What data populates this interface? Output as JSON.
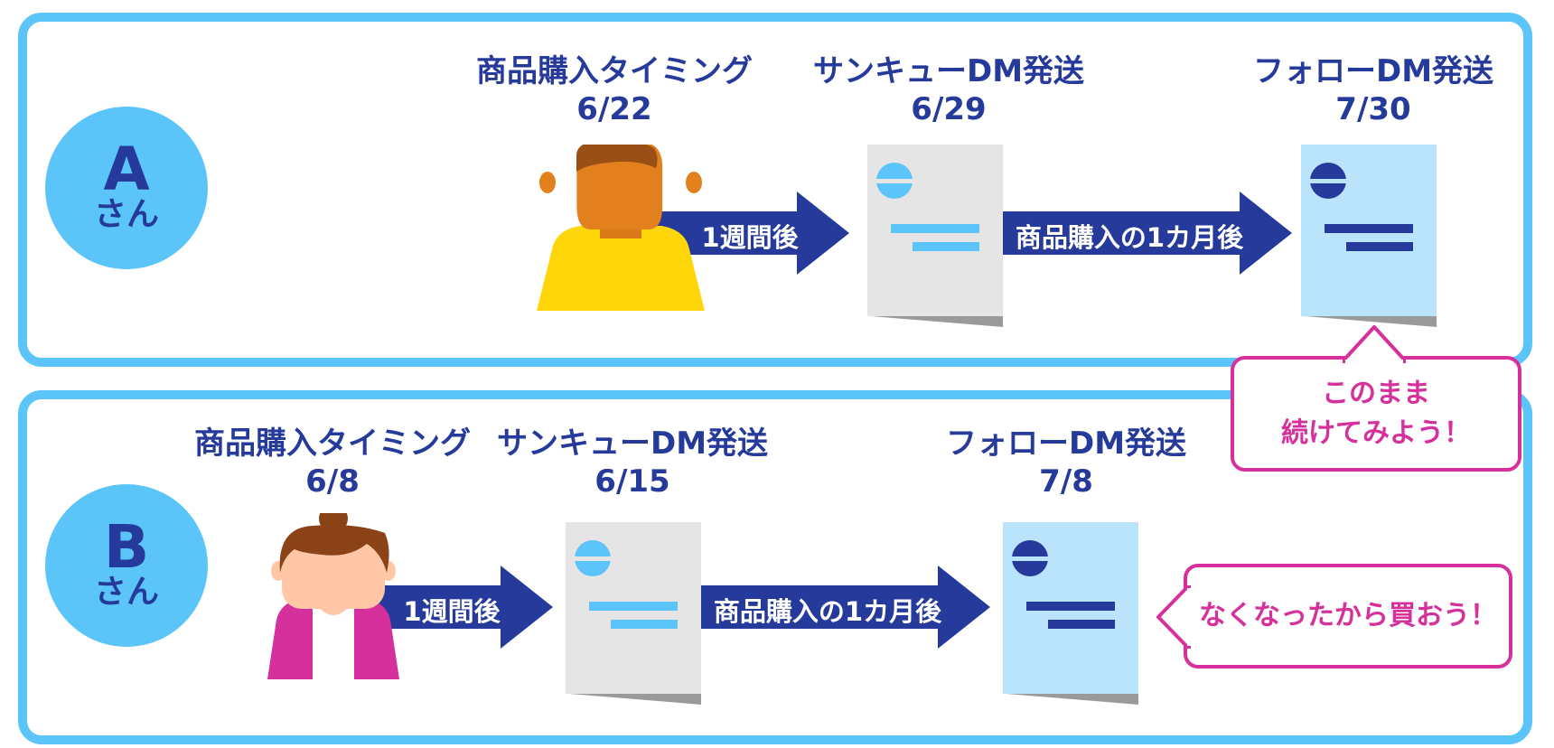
{
  "colors": {
    "border": "#5bc4f8",
    "navy": "#253a9a",
    "magenta": "#d6309c",
    "doc_gray": "#e5e5e5",
    "doc_blue": "#bae4fb"
  },
  "icons": [
    "person-male-icon",
    "person-female-icon",
    "arrow-right-icon",
    "document-icon"
  ],
  "panels": [
    {
      "badge": {
        "letter": "A",
        "suffix": "さん"
      },
      "purchase": {
        "title": "商品購入タイミング",
        "date": "6/22"
      },
      "thanks": {
        "title": "サンキューDM発送",
        "date": "6/29"
      },
      "follow": {
        "title": "フォローDM発送",
        "date": "7/30"
      },
      "arrow1": "1週間後",
      "arrow2": "商品購入の1カ月後",
      "bubble": [
        "このまま",
        "続けてみよう！"
      ]
    },
    {
      "badge": {
        "letter": "B",
        "suffix": "さん"
      },
      "purchase": {
        "title": "商品購入タイミング",
        "date": "6/8"
      },
      "thanks": {
        "title": "サンキューDM発送",
        "date": "6/15"
      },
      "follow": {
        "title": "フォローDM発送",
        "date": "7/8"
      },
      "arrow1": "1週間後",
      "arrow2": "商品購入の1カ月後",
      "bubble": [
        "なくなったから買おう！"
      ]
    }
  ]
}
